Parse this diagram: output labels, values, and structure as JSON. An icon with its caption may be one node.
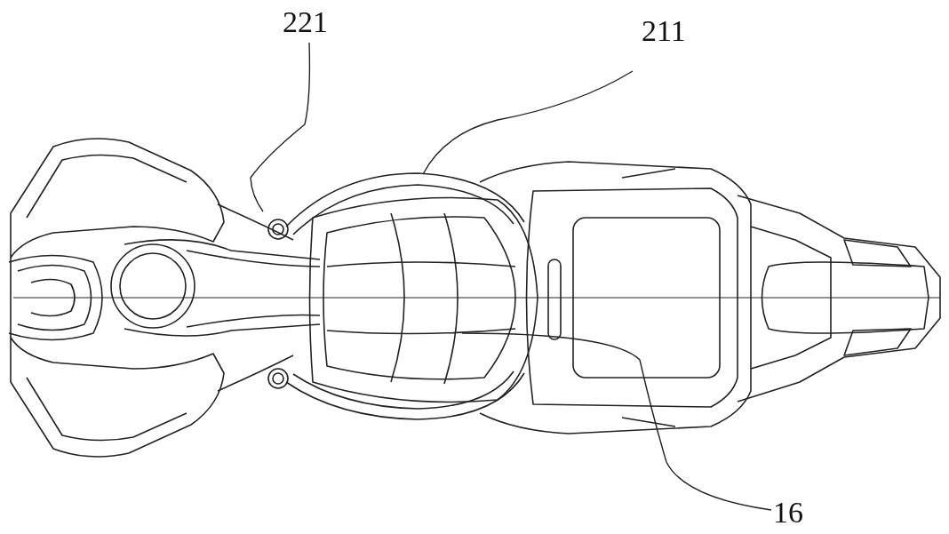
{
  "diagram": {
    "nodes": [
      {
        "text": [
          "221"
        ]
      },
      {
        "text": [
          "211"
        ]
      },
      {
        "text": [
          "16"
        ]
      }
    ],
    "edges": [
      {
        "from": 0,
        "to": null,
        "arrow": "none"
      },
      {
        "from": 1,
        "to": null,
        "arrow": "none"
      },
      {
        "from": 2,
        "to": null,
        "arrow": "none"
      }
    ]
  }
}
